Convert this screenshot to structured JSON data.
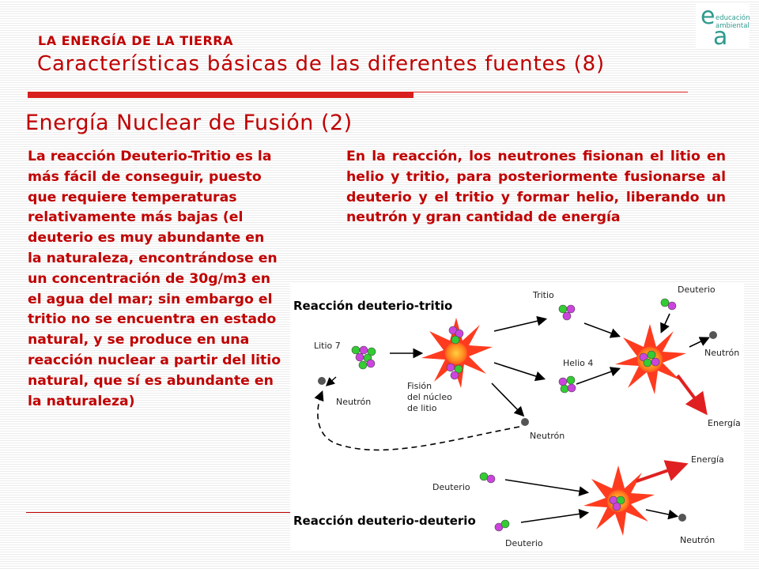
{
  "header": {
    "kicker": "LA ENERGÍA DE LA TIERRA",
    "title": "Características básicas de las diferentes fuentes (8)"
  },
  "logo": {
    "letters": [
      "e",
      "a"
    ],
    "text_lines": [
      "educación",
      "ambiental"
    ],
    "color": "#2e9a8e"
  },
  "section_title": "Energía Nuclear de Fusión (2)",
  "left_text": "La reacción Deuterio-Tritio es la más fácil de conseguir, puesto que requiere temperaturas relativamente más bajas (el deuterio es muy abundante en la naturaleza, encontrándose en un concentración de 30g/m3 en el agua del mar; sin embargo el tritio no se encuentra en estado natural, y se produce en una reacción nuclear a partir del litio natural, que sí es abundante en la naturaleza)",
  "right_text": "En la reacción, los neutrones fisionan el litio en helio y tritio, para posteriormente fusionarse al deuterio y el tritio y formar helio, liberando un neutrón y gran cantidad de energía",
  "diagram": {
    "title_dt": "Reacción deuterio-tritio",
    "title_dd": "Reacción deuterio-deuterio",
    "labels": {
      "litio7": "Litio 7",
      "neutron": "Neutrón",
      "fision": [
        "Fisión",
        "del núcleo",
        "de litio"
      ],
      "tritio": "Tritio",
      "helio4": "Helio 4",
      "deuterio": "Deuterio",
      "energia": "Energía"
    }
  },
  "colors": {
    "heading_red": "#c00000",
    "bar_red": "#d81e1e",
    "proton": "#cc44dd",
    "neutron_particle": "#33cc33",
    "star": "#ff3b1f",
    "core": "#ff9a1f"
  }
}
